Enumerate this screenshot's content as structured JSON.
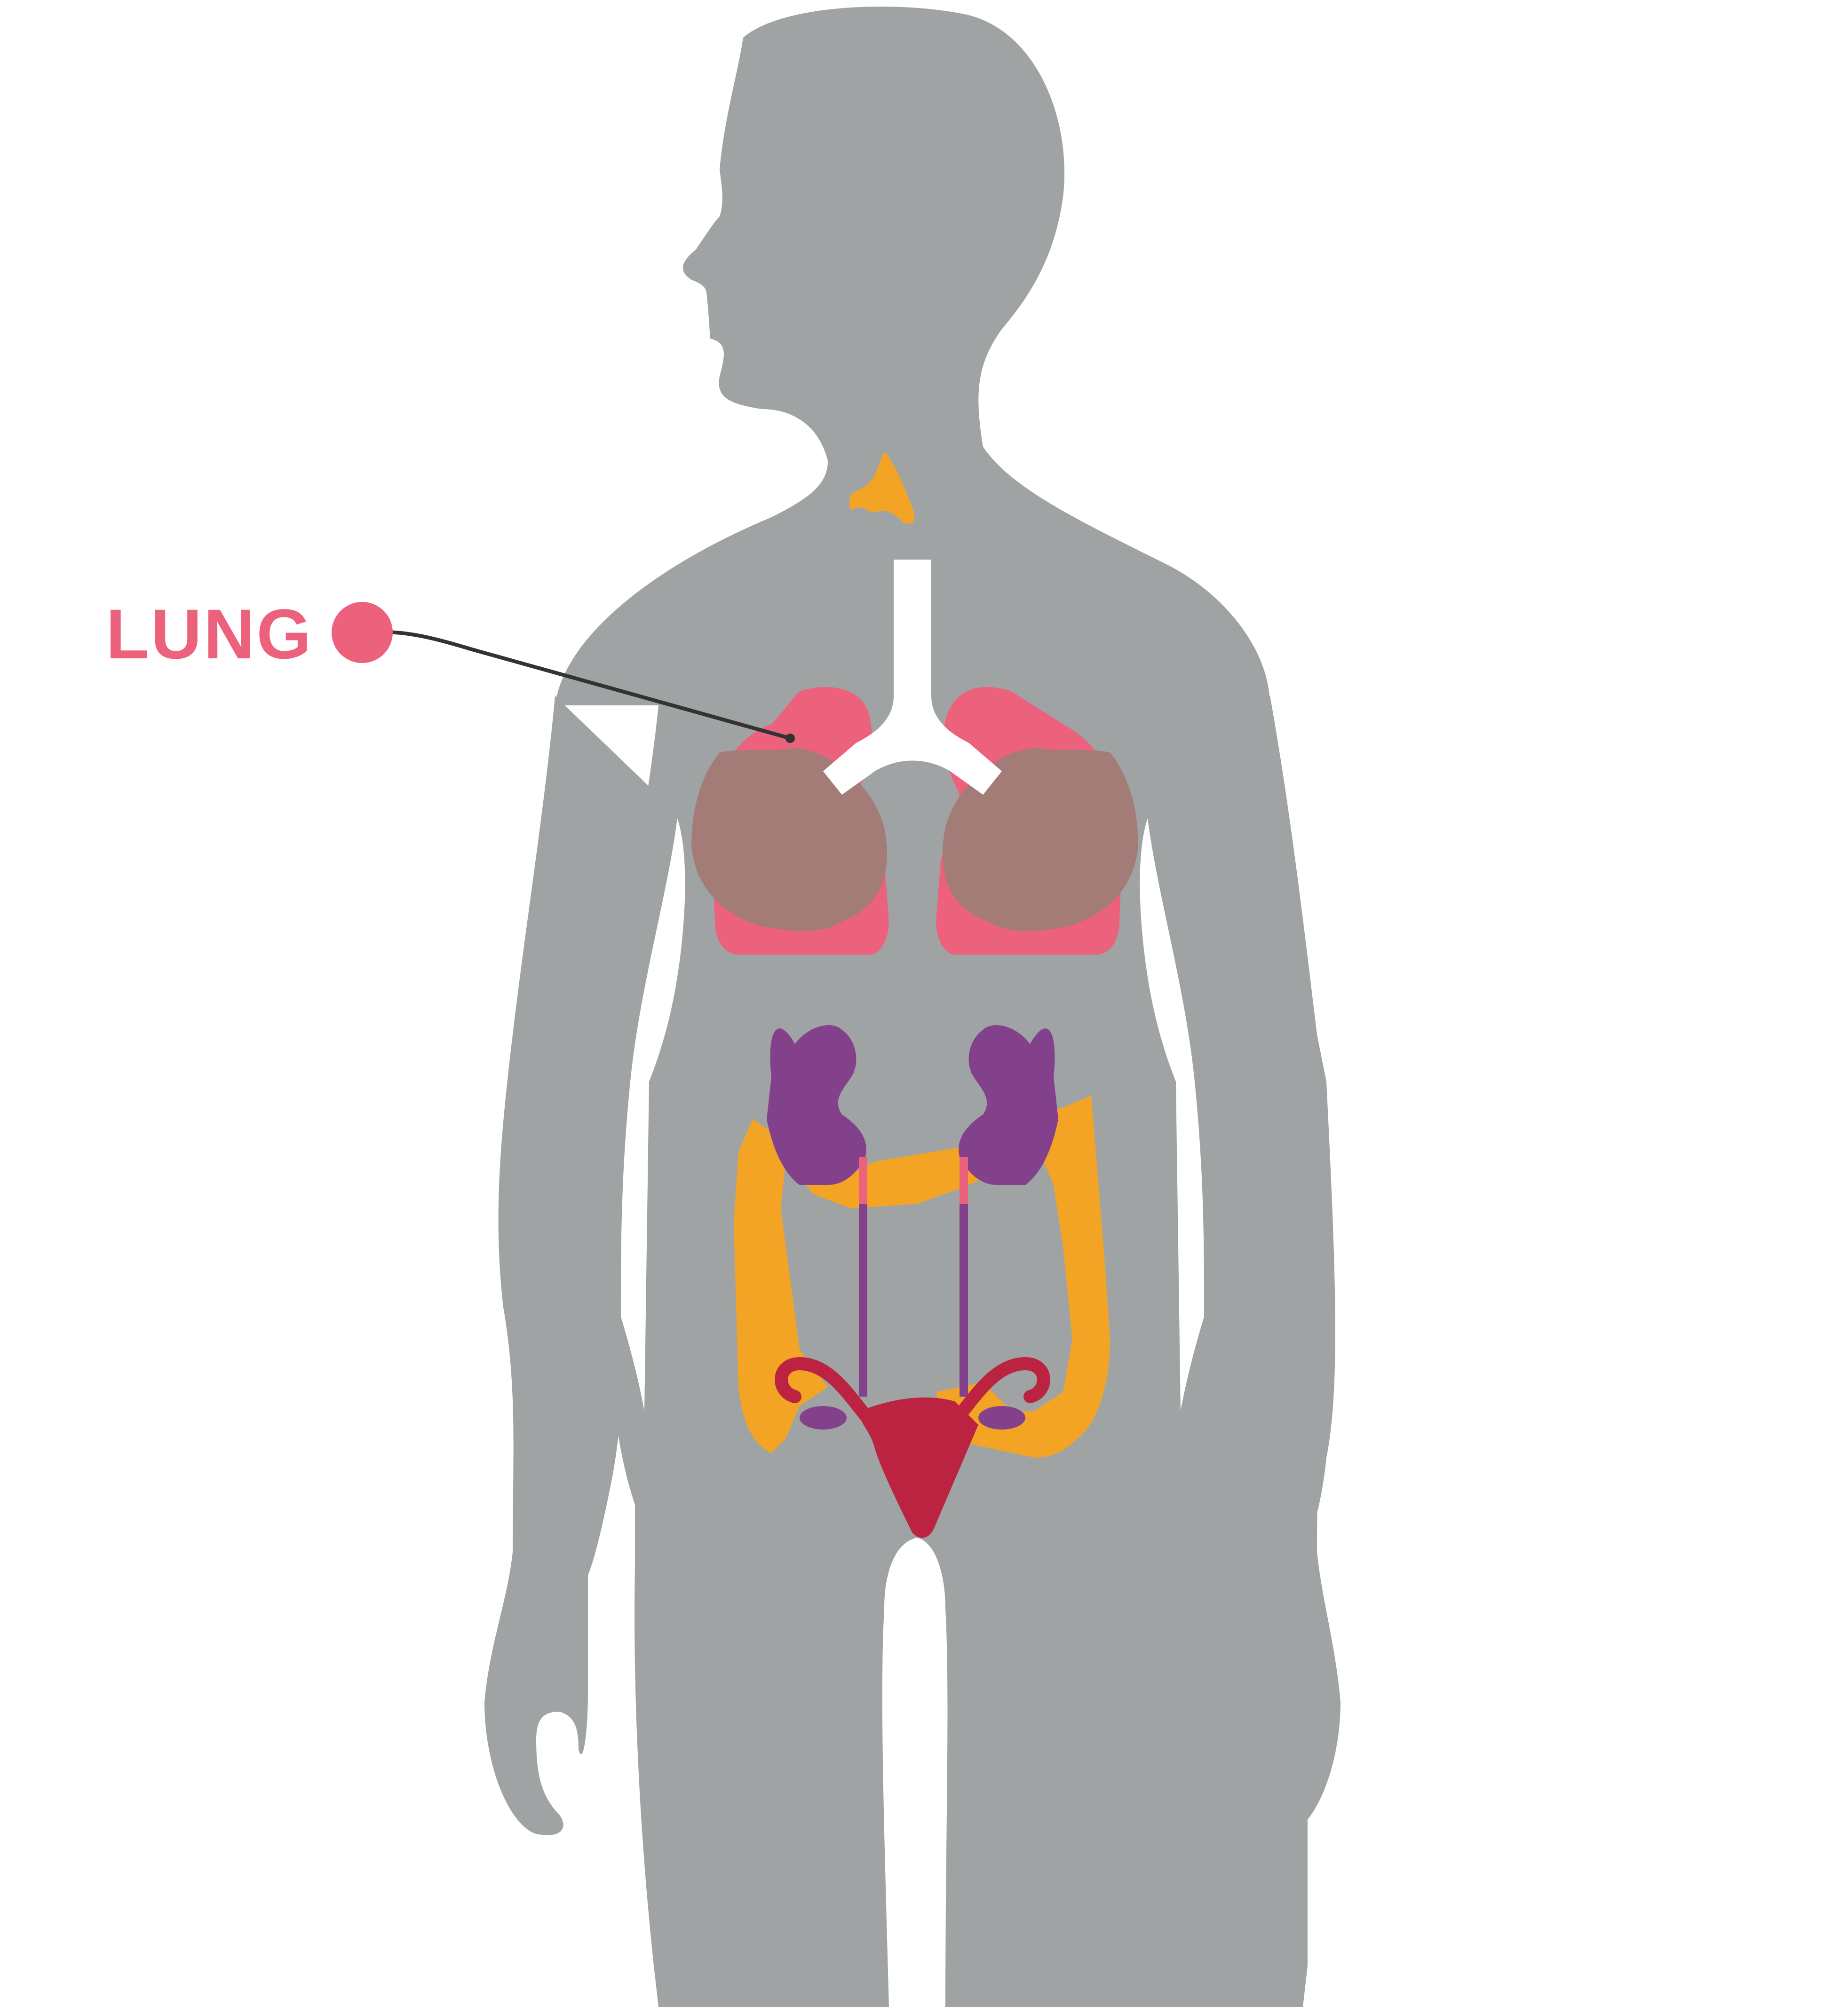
{
  "callout": {
    "label": "LUNG"
  },
  "colors": {
    "background": "#ffffff",
    "body": "#a0a3a4",
    "lung": "#ec627d",
    "lung_overlay": "#a37c77",
    "airway": "#ffffff",
    "thyroid": "#f4a424",
    "kidney": "#83418c",
    "colon": "#f4a424",
    "uterus": "#bb2341",
    "ovary": "#83418c",
    "ureter": "#83418c",
    "leader_line": "#333333"
  },
  "organs": [
    {
      "name": "thyroid",
      "icon": "thyroid-icon"
    },
    {
      "name": "lungs",
      "icon": "lungs-icon"
    },
    {
      "name": "trachea",
      "icon": "trachea-icon"
    },
    {
      "name": "kidneys",
      "icon": "kidney-icon"
    },
    {
      "name": "colon",
      "icon": "colon-icon"
    },
    {
      "name": "uterus",
      "icon": "uterus-icon"
    },
    {
      "name": "ovaries",
      "icon": "ovary-icon"
    }
  ]
}
